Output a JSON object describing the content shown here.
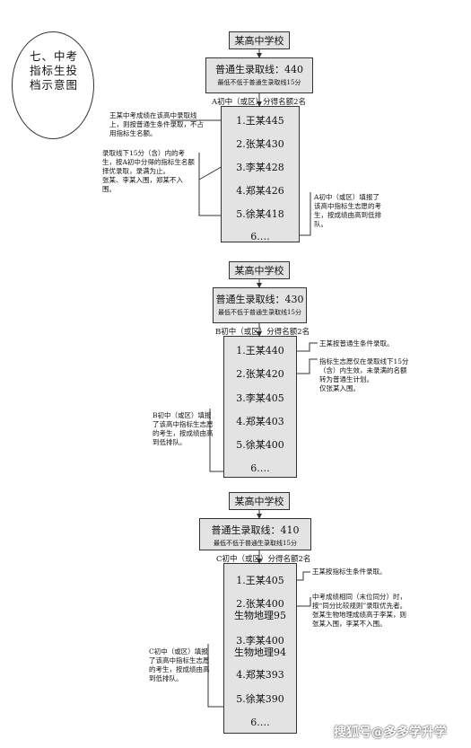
{
  "title": "七、中考指标生投档示意图",
  "sections": [
    {
      "school": "某高中学校",
      "line": "普通生录取线：440",
      "line_sub": "最低不低于普通生录取线15分",
      "quota": "A初中（或区）分得名额2名",
      "items": [
        "1.王某445",
        "2.张某430",
        "3.李某428",
        "4.郑某426",
        "5.徐某418",
        "6.…"
      ],
      "notes": [
        "王某中考成绩在该高中录取线上，则按普通生条件录取，不占用指标生名额。",
        "录取线下15分（含）内的考生，按A初中分得的指标生名额择优录取，录满为止。\n张某、李某入围，郑某不入围。",
        "A初中（或区）填报了该高中指标生志愿的考生，按成绩由高到低排队。"
      ]
    },
    {
      "school": "某高中学校",
      "line": "普通生录取线：430",
      "line_sub": "最低不低于普通生录取线15分",
      "quota": "B初中（或区）分得名额2名",
      "items": [
        "1.王某440",
        "2.张某420",
        "3.李某405",
        "4.郑某403",
        "5.徐某400",
        "6.…"
      ],
      "notes": [
        "王某按普通生条件录取。",
        "指标生志愿仅在录取线下15分（含）内生效，未录满的名额转为普通生计划。\n仅张某入围。",
        "B初中（或区）填报了该高中指标生志愿的考生，按成绩由高到低排队。"
      ]
    },
    {
      "school": "某高中学校",
      "line": "普通生录取线：410",
      "line_sub": "最低不低于普通生录取线15分",
      "quota": "C初中（或区）分得名额2名",
      "items": [
        "1.王某405",
        "2.张某400",
        "生物地理95",
        "3.李某400",
        "生物地理94",
        "4.郑某393",
        "5.徐某390",
        "6.…"
      ],
      "notes": [
        "王某按指标生条件录取。",
        "中考成绩相同（末位同分）时，按“同分比较规则”录取优先者。\n张某生物地理成绩高于李某，则张某入围，李某不入围。",
        "C初中（或区）填报了该高中指标生志愿的考生，按成绩由高到低排队。"
      ]
    }
  ],
  "watermark": "搜狐号@多多学升学"
}
